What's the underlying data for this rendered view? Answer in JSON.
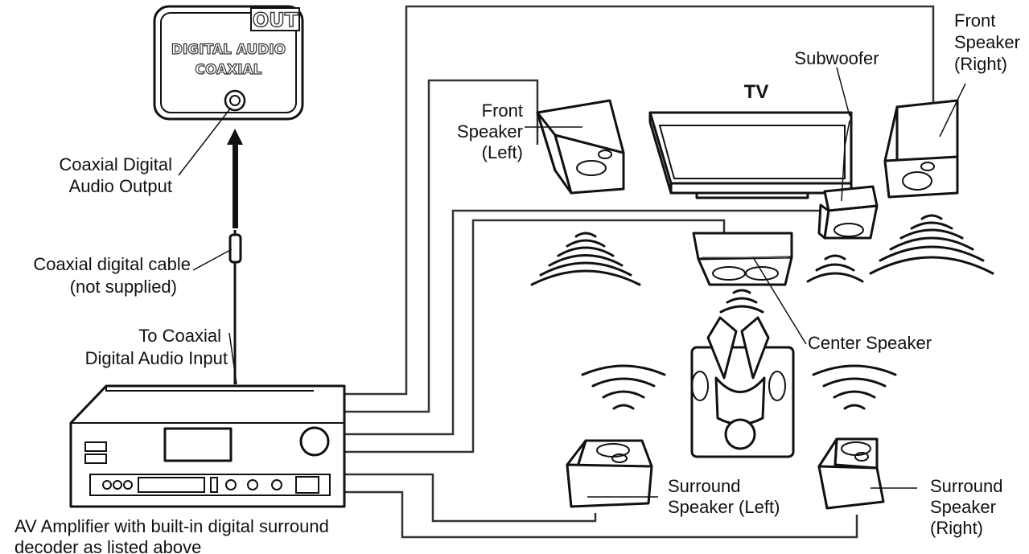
{
  "panel": {
    "out_label": "OUT",
    "line1": "DIGITAL AUDIO",
    "line2": "COAXIAL"
  },
  "labels": {
    "coaxial_output": [
      "Coaxial Digital",
      "Audio Output"
    ],
    "coaxial_cable": [
      "Coaxial digital cable",
      "(not supplied)"
    ],
    "to_coaxial_input": [
      "To Coaxial",
      "Digital Audio Input"
    ],
    "amplifier": [
      "AV Amplifier with built-in digital surround",
      "decoder as listed above"
    ],
    "front_left": [
      "Front",
      "Speaker",
      "(Left)"
    ],
    "tv": "TV",
    "subwoofer": "Subwoofer",
    "front_right": [
      "Front",
      "Speaker",
      "(Right)"
    ],
    "center": "Center Speaker",
    "surround_left": [
      "Surround",
      "Speaker (Left)"
    ],
    "surround_right": [
      "Surround",
      "Speaker",
      "(Right)"
    ]
  }
}
